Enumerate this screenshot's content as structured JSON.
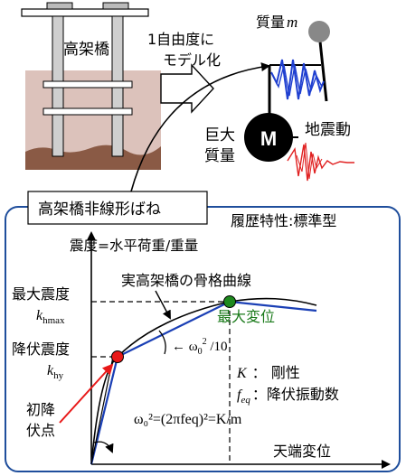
{
  "colors": {
    "frame_blue": "#1f4e9c",
    "skeleton_curve": "#000000",
    "hysteresis_line": "#1a3fb5",
    "yield_point": "#e81818",
    "max_point": "#1e8a1e",
    "max_label": "#1a7a1a",
    "spring": "#1f3fd0",
    "ground_motion": "#e02020",
    "ground_pink": "#dcc2bb",
    "ground_soil": "#8a5a45",
    "mass_ball": "#888888",
    "big_mass": "#000000"
  },
  "top": {
    "bridge_label": "高架橋",
    "model_caption_line1": "1自由度に",
    "model_caption_line2": "モデル化",
    "mass_label_prefix": "質量",
    "mass_label_symbol": "m",
    "big_mass_letter": "M",
    "big_mass_label_line1": "巨大",
    "big_mass_label_line2": "質量",
    "ground_motion_label": "地震動"
  },
  "panel": {
    "spring_title": "高架橋非線形ばね",
    "hysteresis_label": "履歴特性:標準型"
  },
  "chart": {
    "ylabel": "震度=水平荷重/重量",
    "xlabel": "天端変位",
    "skeleton_label": "実高架橋の骨格曲線",
    "kmax_label_jp": "最大震度",
    "kmax_symbol_main": "k",
    "kmax_symbol_sub": "hmax",
    "ky_label_jp": "降伏震度",
    "ky_symbol_main": "k",
    "ky_symbol_sub": "hy",
    "max_disp_label": "最大変位",
    "slope_label": "← ω",
    "slope_sub": "0",
    "slope_sup": "2",
    "slope_tail": " /10",
    "initial_yield_line1": "初降",
    "initial_yield_line2": "伏点",
    "legend_k_symbol": "K",
    "legend_k_desc": "：  剛性",
    "legend_f_symbol": "f",
    "legend_f_sub": "eq",
    "legend_f_desc": "：降伏振動数",
    "omega_formula": "ω₀²=(2πfeq)²=K/m"
  }
}
